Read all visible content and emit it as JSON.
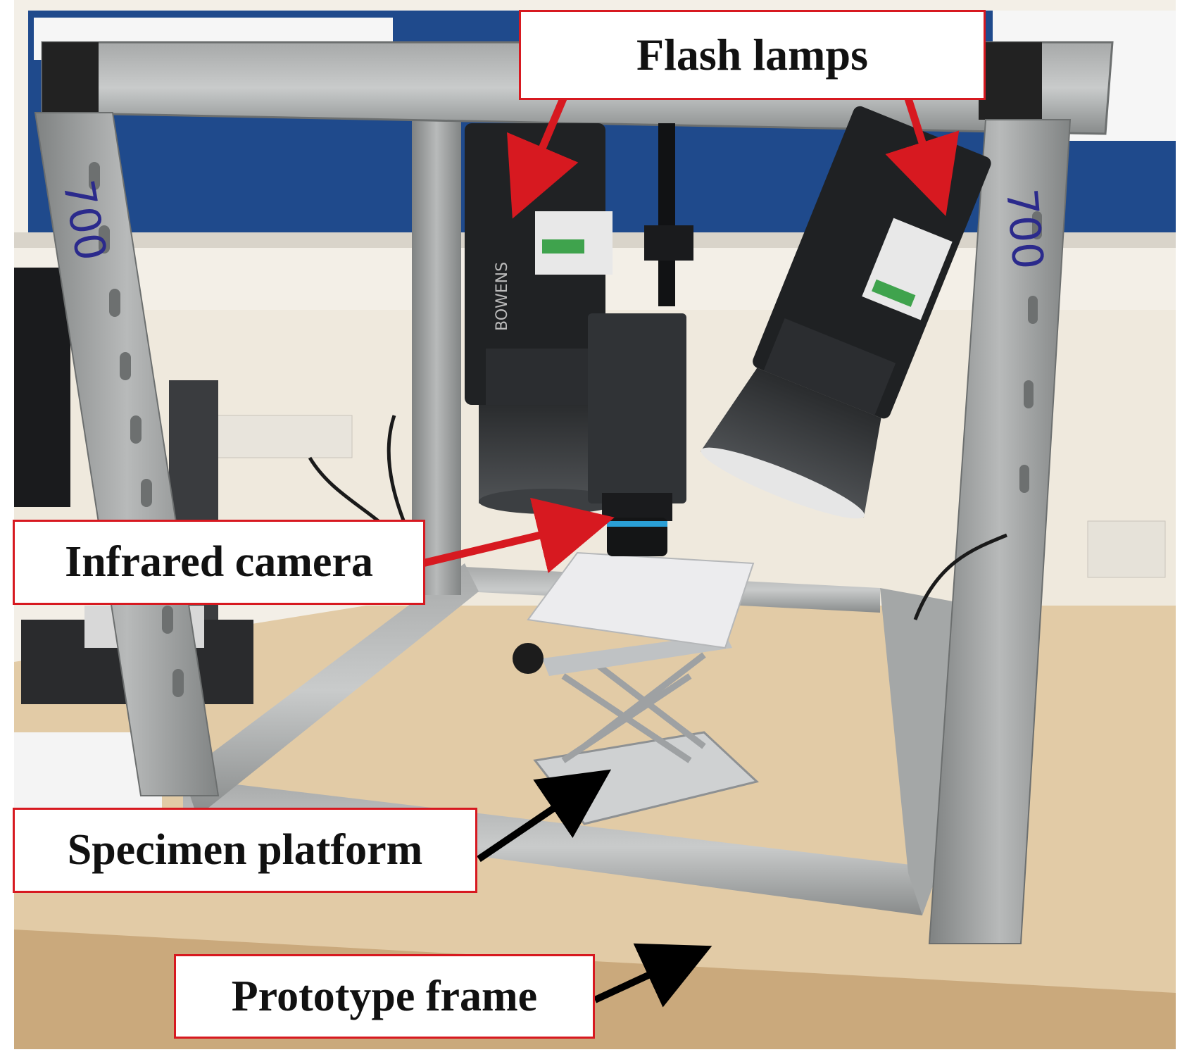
{
  "labels": {
    "flash_lamps": "Flash lamps",
    "infrared_camera": "Infrared camera",
    "specimen_platform": "Specimen platform",
    "prototype_frame": "Prototype frame"
  },
  "frame_markings": {
    "left_post": "700",
    "right_post": "700"
  },
  "lamp_branding": "BOWENS",
  "colors": {
    "callout_border": "#d71920",
    "arrow_red": "#d71920",
    "arrow_black": "#000000",
    "frame_steel": "#9a9c9c",
    "desk": "#e2cba6",
    "wall": "#f3efe7",
    "noticeboard": "#1f4a8c"
  }
}
